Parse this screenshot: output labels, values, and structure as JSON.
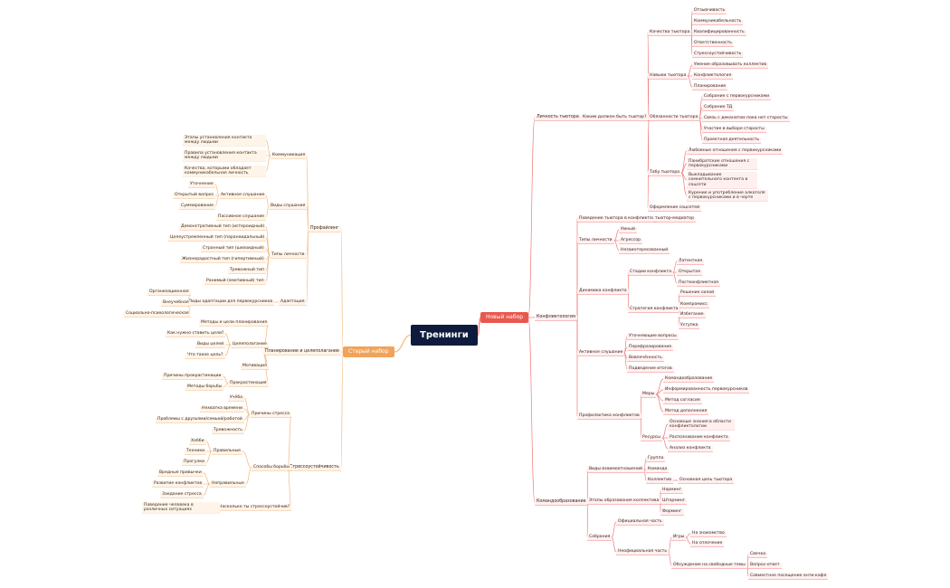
{
  "root": {
    "label": "Тренинги"
  },
  "colors": {
    "root_bg": "#0f1b3d",
    "old_branch": "#f0a35a",
    "new_branch": "#e8584e",
    "old_line": "#f3b77e",
    "new_line": "#f07a7a",
    "old_node_bg": "#fff4e8",
    "new_node_bg": "#fff0f0"
  },
  "branches": [
    {
      "label": "Старый набор",
      "side": "left",
      "theme": "old",
      "children": [
        {
          "label": "Профайлинг",
          "children": [
            {
              "label": "Коммуникация",
              "children": [
                {
                  "label": "Этапы установления контакта между людьми"
                },
                {
                  "label": "Правила установления контакта между людьми"
                },
                {
                  "label": "Качества, которыми обладает коммуникабельная личность"
                }
              ]
            },
            {
              "label": "Виды слушания",
              "children": [
                {
                  "label": "Активное слушание",
                  "children": [
                    {
                      "label": "Уточнение"
                    },
                    {
                      "label": "Открытый вопрос"
                    },
                    {
                      "label": "Суммирование"
                    }
                  ]
                },
                {
                  "label": "Пассивное слушание"
                }
              ]
            },
            {
              "label": "Типы личности",
              "children": [
                {
                  "label": "Демонстративный тип (истероидный)"
                },
                {
                  "label": "Целеустремленный тип (параноидальный)"
                },
                {
                  "label": "Странный тип (шизоидный)"
                },
                {
                  "label": "Жизнерадостный тип (гипертимный)"
                },
                {
                  "label": "Тревожный тип"
                },
                {
                  "label": "Ранимый (эмотивный) тип"
                }
              ]
            },
            {
              "label": "Адаптация",
              "children": [
                {
                  "label": "Виды адаптации для первокурсников",
                  "children": [
                    {
                      "label": "Организационная"
                    },
                    {
                      "label": "Внеучебная"
                    },
                    {
                      "label": "Социально-психологическая"
                    }
                  ]
                }
              ]
            }
          ]
        },
        {
          "label": "Планирование и целеполагание",
          "children": [
            {
              "label": "Методы и цели планирования"
            },
            {
              "label": "Целеполагание",
              "children": [
                {
                  "label": "Как нужно ставить цели?"
                },
                {
                  "label": "Виды целей"
                },
                {
                  "label": "Что такое цель?"
                }
              ]
            },
            {
              "label": "Мотивация"
            },
            {
              "label": "Прокрастинация",
              "children": [
                {
                  "label": "Причины прокрастинации"
                },
                {
                  "label": "Методы борьбы"
                }
              ]
            }
          ]
        },
        {
          "label": "Стрессоустойчивость",
          "children": [
            {
              "label": "Причины стресса",
              "children": [
                {
                  "label": "Учёба"
                },
                {
                  "label": "Нехватка времени"
                },
                {
                  "label": "Проблемы с друзьями/семьей/работой"
                },
                {
                  "label": "Тревожность"
                }
              ]
            },
            {
              "label": "Способы борьбы",
              "children": [
                {
                  "label": "Правильные",
                  "children": [
                    {
                      "label": "Хобби"
                    },
                    {
                      "label": "Техники"
                    },
                    {
                      "label": "Прогулки"
                    }
                  ]
                },
                {
                  "label": "Неправильные",
                  "children": [
                    {
                      "label": "Вредные привычки"
                    },
                    {
                      "label": "Развитие конфликтов"
                    },
                    {
                      "label": "Заедание стресса"
                    }
                  ]
                }
              ]
            },
            {
              "label": "Насколько ты стрессоустойчив?",
              "children": [
                {
                  "label": "Поведение человека в различных ситуациях"
                }
              ]
            }
          ]
        }
      ]
    },
    {
      "label": "Новый набор",
      "side": "right",
      "theme": "new",
      "children": [
        {
          "label": "Личность тьютора",
          "children": [
            {
              "label": "Каким должен быть тьютор?",
              "children": [
                {
                  "label": "Качества тьютора",
                  "children": [
                    {
                      "label": "Отзывчивость"
                    },
                    {
                      "label": "Коммуникабельность"
                    },
                    {
                      "label": "Квалифицированность"
                    },
                    {
                      "label": "Ответственность"
                    },
                    {
                      "label": "Стрессоустойчивость"
                    }
                  ]
                },
                {
                  "label": "Навыки тьютора",
                  "children": [
                    {
                      "label": "Умение образовывать коллектив"
                    },
                    {
                      "label": "Конфликтология"
                    },
                    {
                      "label": "Планирование"
                    }
                  ]
                },
                {
                  "label": "Обязанности тьютора",
                  "children": [
                    {
                      "label": "Собрание с первокурсниками"
                    },
                    {
                      "label": "Собрание ТД"
                    },
                    {
                      "label": "Связь с деканатом пока нет старосты"
                    },
                    {
                      "label": "Участие в выборе старосты"
                    },
                    {
                      "label": "Проектная деятельность"
                    }
                  ]
                },
                {
                  "label": "Табу тьютора",
                  "children": [
                    {
                      "label": "Любовные отношения с первокурсниками"
                    },
                    {
                      "label": "Панибратские отношения с первокурсниками"
                    },
                    {
                      "label": "Выкладывание сомнительного контента в соцсети"
                    },
                    {
                      "label": "Курение и употребление алкоголя с первокурсниками и в черте"
                    }
                  ]
                },
                {
                  "label": "Оформление соцсетей"
                }
              ]
            }
          ]
        },
        {
          "label": "Конфликтология",
          "children": [
            {
              "label": "Поведение тьютора в конфликтах",
              "children": [
                {
                  "label": "тьютор-медиатор"
                }
              ]
            },
            {
              "label": "Типы личности",
              "children": [
                {
                  "label": "Умный"
                },
                {
                  "label": "Агрессор"
                },
                {
                  "label": "Незаинтересованный"
                }
              ]
            },
            {
              "label": "Динамика конфликта",
              "children": [
                {
                  "label": "Стадии конфликта",
                  "children": [
                    {
                      "label": "Латентная"
                    },
                    {
                      "label": "Открытая"
                    },
                    {
                      "label": "Постконфликтная"
                    }
                  ]
                },
                {
                  "label": "Стратегия конфликта",
                  "children": [
                    {
                      "label": "Решение силой"
                    },
                    {
                      "label": "Компромисс"
                    },
                    {
                      "label": "Избегание"
                    },
                    {
                      "label": "Уступка"
                    }
                  ]
                }
              ]
            },
            {
              "label": "Активное слушание",
              "children": [
                {
                  "label": "Уточняющие вопросы"
                },
                {
                  "label": "Перефразирование"
                },
                {
                  "label": "Вовлечённость"
                },
                {
                  "label": "Подведение итогов"
                }
              ]
            },
            {
              "label": "Профилактика конфликтов",
              "children": [
                {
                  "label": "Меры",
                  "children": [
                    {
                      "label": "Командообразование"
                    },
                    {
                      "label": "Информированность первокурсников"
                    },
                    {
                      "label": "Метод согласия"
                    },
                    {
                      "label": "Метод дополнения"
                    }
                  ]
                },
                {
                  "label": "Ресурсы",
                  "children": [
                    {
                      "label": "Основные знания в области конфликтологии"
                    },
                    {
                      "label": "Распознавание конфликта"
                    },
                    {
                      "label": "Анализ конфликта"
                    }
                  ]
                }
              ]
            }
          ]
        },
        {
          "label": "Командообразование",
          "children": [
            {
              "label": "Виды взаимоотношений",
              "children": [
                {
                  "label": "Группа"
                },
                {
                  "label": "Команда"
                },
                {
                  "label": "Коллектив",
                  "children": [
                    {
                      "label": "Основная цель тьютора"
                    }
                  ]
                }
              ]
            },
            {
              "label": "Этапы образования коллектива",
              "children": [
                {
                  "label": "Норминг"
                },
                {
                  "label": "Шторминг"
                },
                {
                  "label": "Форминг"
                }
              ]
            },
            {
              "label": "Собрания",
              "children": [
                {
                  "label": "Официальная часть"
                },
                {
                  "label": "Неофициальная часть",
                  "children": [
                    {
                      "label": "Игры",
                      "children": [
                        {
                          "label": "На знакомство"
                        },
                        {
                          "label": "На сплочение"
                        }
                      ]
                    },
                    {
                      "label": "Обсуждение на свободные темы",
                      "children": [
                        {
                          "label": "Свечка"
                        },
                        {
                          "label": "Вопрос-ответ"
                        },
                        {
                          "label": "Совместное посещение анти-кафе"
                        }
                      ]
                    }
                  ]
                }
              ]
            }
          ]
        }
      ]
    }
  ]
}
